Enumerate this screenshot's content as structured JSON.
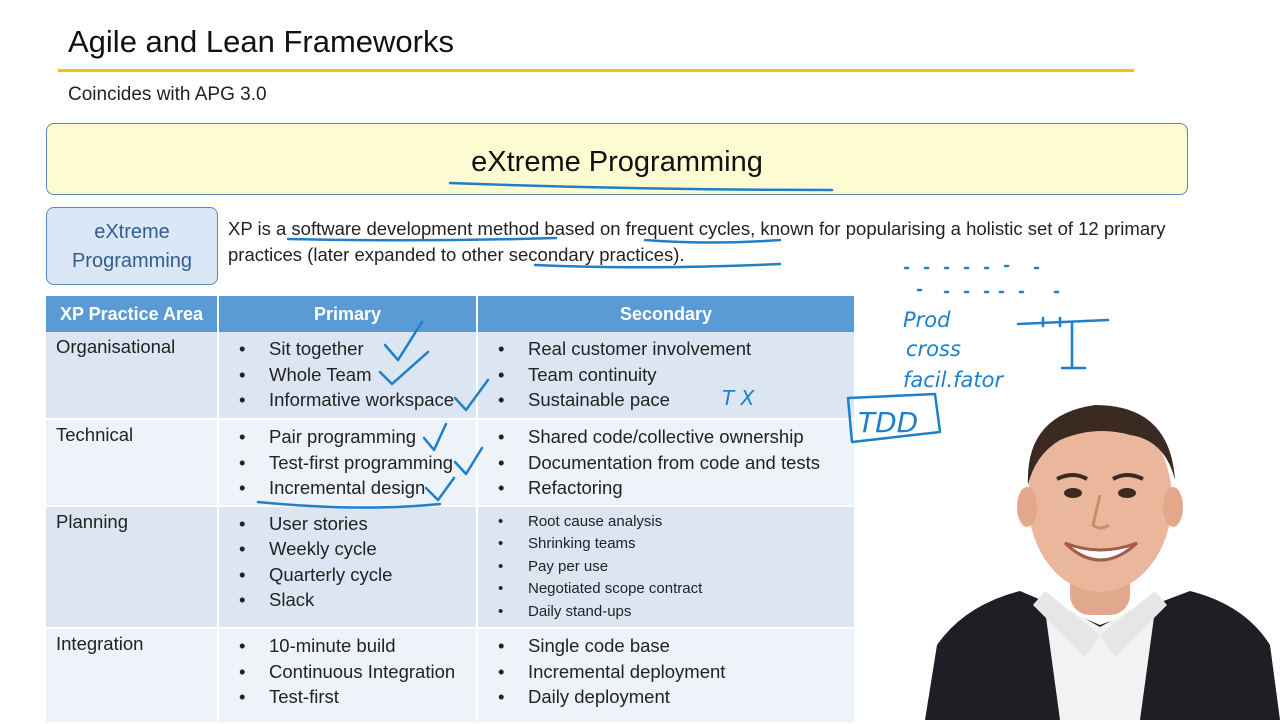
{
  "header": {
    "title": "Agile and Lean Frameworks",
    "subtitle": "Coincides with APG 3.0"
  },
  "banner": {
    "title": "eXtreme Programming"
  },
  "side_box": {
    "line1": "eXtreme",
    "line2": "Programming"
  },
  "intro": {
    "part1": "XP is a ",
    "u1": "software development method",
    "part2": " based on ",
    "u2": "frequent cycles",
    "part3": ", known for popularising a holistic set of 12 primary practices (later expanded ",
    "u3": "to other secondary practices",
    "part4": ")."
  },
  "table": {
    "headers": [
      "XP Practice Area",
      "Primary",
      "Secondary"
    ],
    "rows": [
      {
        "area": "Organisational",
        "primary": [
          "Sit together",
          "Whole Team",
          "Informative workspace"
        ],
        "secondary": [
          "Real customer involvement",
          "Team continuity",
          "Sustainable pace"
        ]
      },
      {
        "area": "Technical",
        "primary": [
          "Pair programming",
          "Test-first programming",
          "Incremental design"
        ],
        "secondary": [
          "Shared code/collective ownership",
          "Documentation from code and tests",
          "Refactoring"
        ]
      },
      {
        "area": "Planning",
        "primary": [
          "User stories",
          "Weekly cycle",
          "Quarterly cycle",
          "Slack"
        ],
        "secondary": [
          "Root cause analysis",
          "Shrinking teams",
          "Pay per use",
          "Negotiated scope contract",
          "Daily stand-ups"
        ]
      },
      {
        "area": "Integration",
        "primary": [
          "10-minute build",
          "Continuous Integration",
          "Test-first"
        ],
        "secondary": [
          "Single code base",
          "Incremental deployment",
          "Daily deployment"
        ]
      }
    ]
  },
  "annotations": {
    "prod": "Prod",
    "cross": "cross",
    "facilitator": "facil.fator",
    "tx": "T X",
    "tdd": "TDD",
    "ink_color": "#1f7fc9"
  },
  "colors": {
    "accent_rule": "#f2c500",
    "header_blue": "#5b9bd5",
    "banner_fill": "#fdfbd2",
    "side_fill": "#dbe7f6"
  }
}
